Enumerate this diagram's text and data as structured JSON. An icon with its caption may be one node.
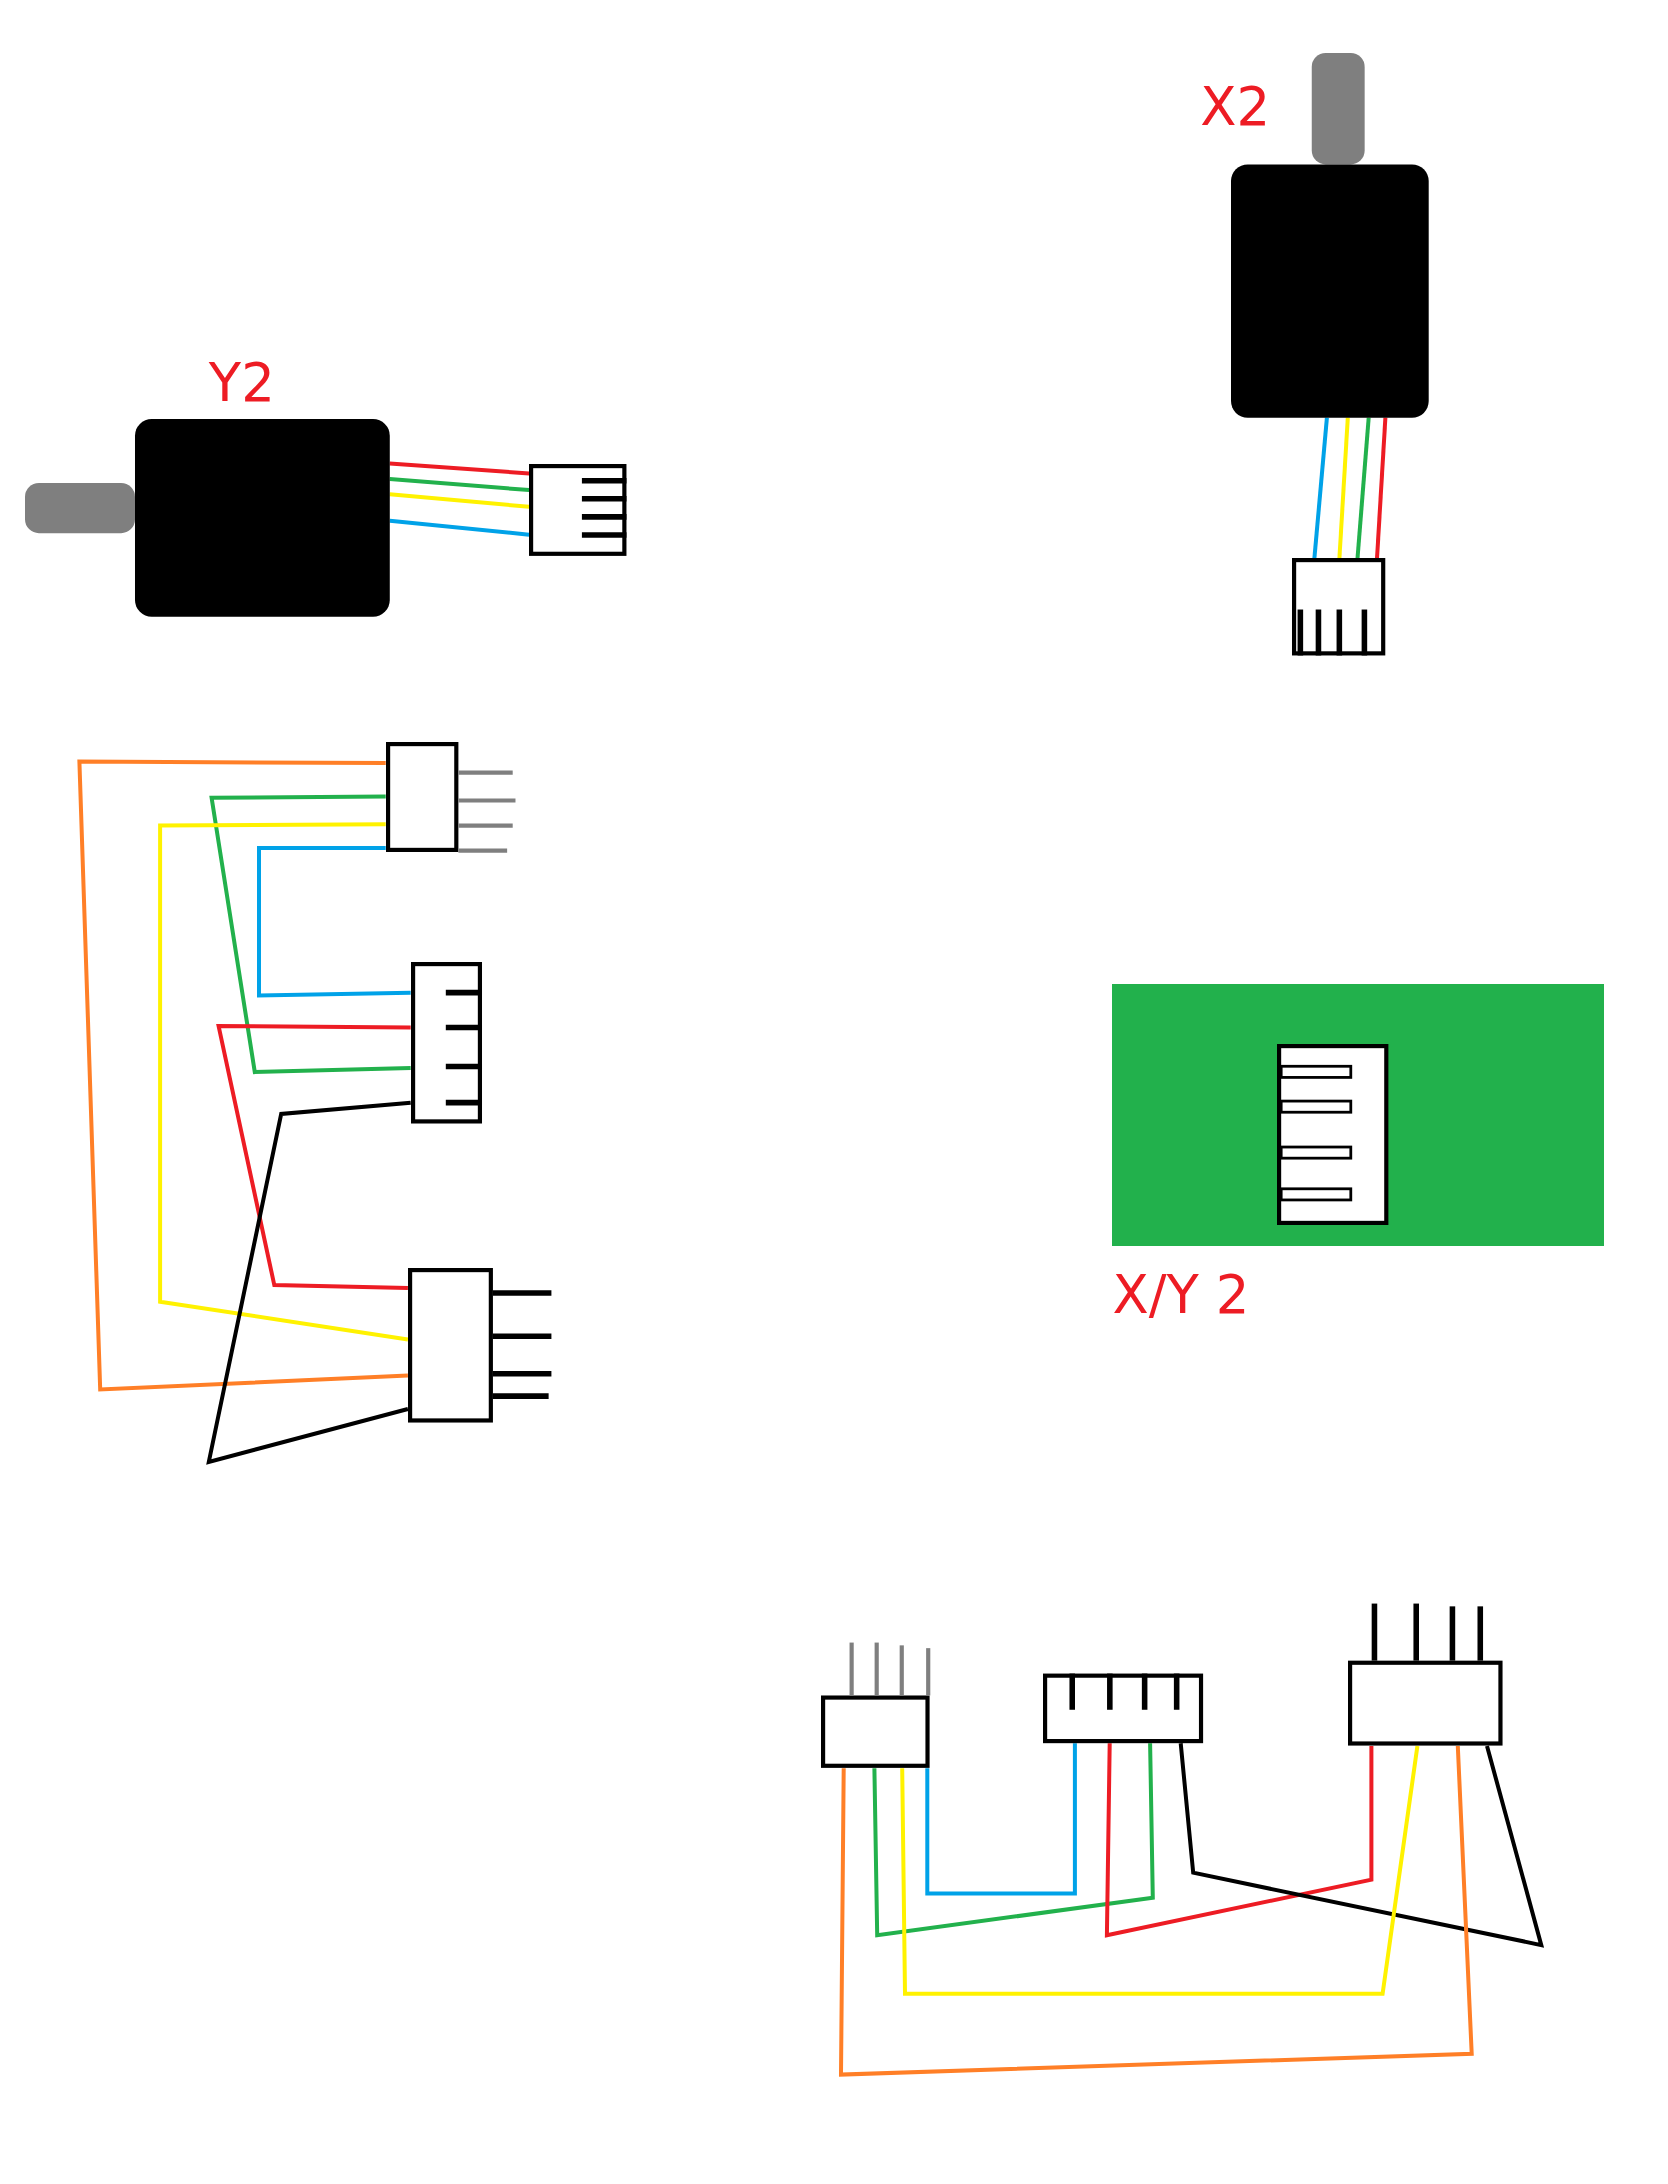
{
  "diagram": {
    "nodes": [
      {
        "text": [
          "Y2"
        ]
      },
      {
        "text": [],
        "shape": "box"
      },
      {
        "text": [
          "X2"
        ]
      },
      {
        "text": [],
        "shape": "box"
      },
      {
        "text": [
          "X/Y 2"
        ]
      },
      {
        "text": [],
        "shape": "box",
        "in": 4
      },
      {
        "text": [],
        "shape": "box"
      },
      {
        "text": [],
        "shape": "box"
      },
      {
        "text": [],
        "shape": "box"
      },
      {
        "text": [],
        "shape": "box"
      },
      {
        "text": [],
        "shape": "box"
      },
      {
        "text": [],
        "shape": "box"
      }
    ],
    "edges": [
      {
        "from": 0,
        "to": 1,
        "arrow": "none",
        "color": "#ed1c24"
      },
      {
        "from": 0,
        "to": 1,
        "arrow": "none",
        "color": "#22b14c"
      },
      {
        "from": 0,
        "to": 1,
        "arrow": "none",
        "color": "#fff200"
      },
      {
        "from": 0,
        "to": 1,
        "arrow": "none",
        "color": "#00a2e8"
      },
      {
        "from": 2,
        "to": 3,
        "arrow": "none",
        "color": "#00a2e8"
      },
      {
        "from": 2,
        "to": 3,
        "arrow": "none",
        "color": "#fff200"
      },
      {
        "from": 2,
        "to": 3,
        "arrow": "none",
        "color": "#22b14c"
      },
      {
        "from": 2,
        "to": 3,
        "arrow": "none",
        "color": "#ed1c24"
      },
      {
        "from": 6,
        "to": 8,
        "arrow": "none",
        "color": "#ff7f27"
      },
      {
        "from": 6,
        "to": 7,
        "arrow": "none",
        "color": "#22b14c"
      },
      {
        "from": 6,
        "to": 8,
        "arrow": "none",
        "color": "#fff200"
      },
      {
        "from": 6,
        "to": 7,
        "arrow": "none",
        "color": "#00a2e8"
      },
      {
        "from": 7,
        "to": 8,
        "arrow": "none",
        "color": "#ed1c24"
      },
      {
        "from": 7,
        "to": 8,
        "arrow": "none",
        "color": "#000000"
      },
      {
        "from": 9,
        "to": 10,
        "arrow": "none",
        "color": "#00a2e8"
      },
      {
        "from": 9,
        "to": 10,
        "arrow": "none",
        "color": "#22b14c"
      },
      {
        "from": 10,
        "to": 11,
        "arrow": "none",
        "color": "#ed1c24"
      },
      {
        "from": 10,
        "to": 11,
        "arrow": "none",
        "color": "#000000"
      },
      {
        "from": 9,
        "to": 11,
        "arrow": "none",
        "color": "#fff200"
      },
      {
        "from": 9,
        "to": 11,
        "arrow": "none",
        "color": "#ff7f27"
      }
    ]
  }
}
